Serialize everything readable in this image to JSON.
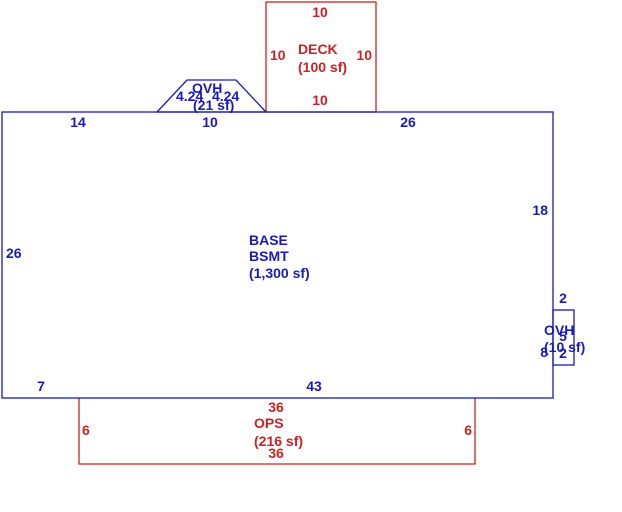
{
  "colors": {
    "blue": "#1a1ab8",
    "red": "#cc2222",
    "background": "#ffffff"
  },
  "base": {
    "line1": "BASE",
    "line2": "BSMT",
    "area": "(1,300 sf)",
    "dims": {
      "top_left": "14",
      "top_mid": "10",
      "top_right": "26",
      "left": "26",
      "right_upper": "18",
      "right_lower": "8",
      "bottom_left": "7",
      "bottom": "43"
    }
  },
  "deck": {
    "name": "DECK",
    "area": "(100 sf)",
    "dims": {
      "top": "10",
      "left": "10",
      "right": "10",
      "bottom": "10"
    }
  },
  "ops": {
    "name": "OPS",
    "area": "(216 sf)",
    "dims": {
      "top": "36",
      "left": "6",
      "right": "6",
      "bottom": "36"
    }
  },
  "ovh_top": {
    "name": "OVH",
    "area": "(21 sf)",
    "dims": {
      "left": "4.24",
      "right": "4.24"
    }
  },
  "ovh_right": {
    "name": "OVH",
    "area": "(10 sf)",
    "dims": {
      "top": "2",
      "bottom": "2",
      "side": "5"
    }
  }
}
